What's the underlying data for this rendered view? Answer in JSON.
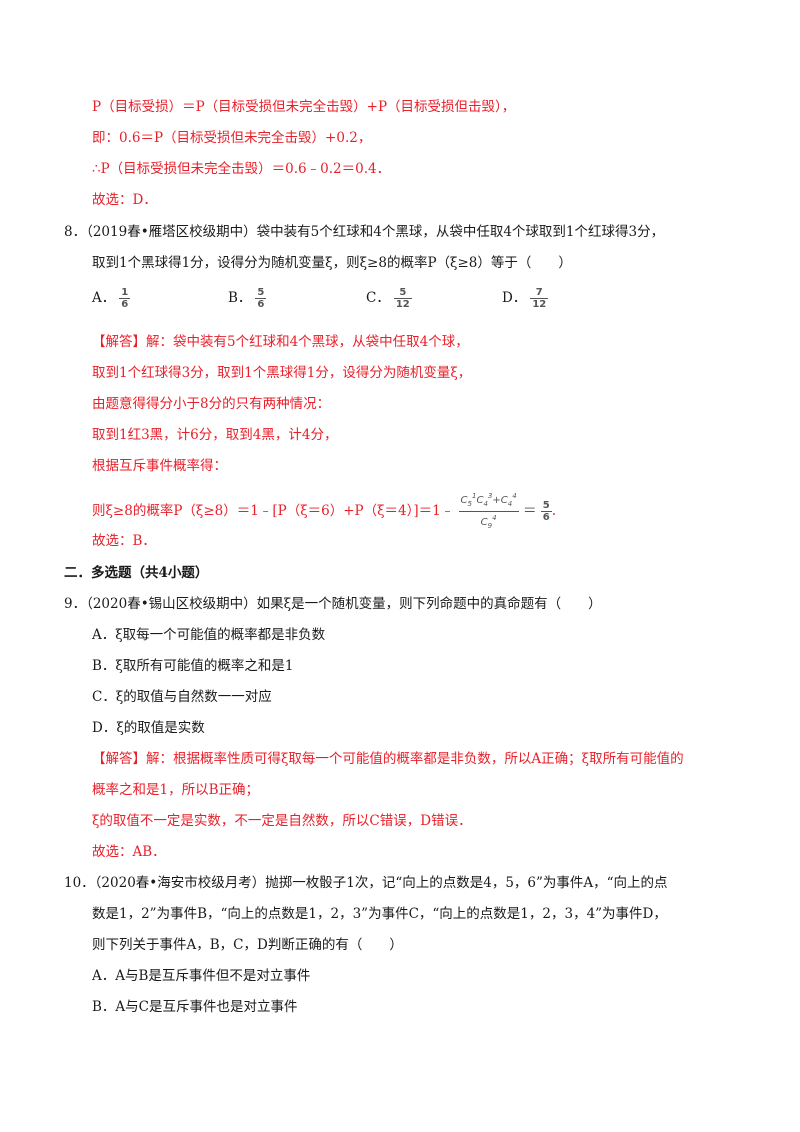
{
  "p7": {
    "line1": "P（目标受损）＝P（目标受损但未完全击毁）+P（目标受损但击毁），",
    "line2": "即：0.6＝P（目标受损但未完全击毁）+0.2，",
    "line3": "∴P（目标受损但未完全击毁）＝0.6﹣0.2＝0.4．",
    "answer": "故选：D．"
  },
  "q8": {
    "stem1": "8．（2019春•雁塔区校级期中）袋中装有5个红球和4个黑球，从袋中任取4个球取到1个红球得3分，",
    "stem2": "取到1个黑球得1分，设得分为随机变量ξ，则ξ≥8的概率P（ξ≥8）等于（　　）",
    "options": [
      {
        "letter": "A．",
        "num": "1",
        "den": "6"
      },
      {
        "letter": "B．",
        "num": "5",
        "den": "6"
      },
      {
        "letter": "C．",
        "num": "5",
        "den": "12"
      },
      {
        "letter": "D．",
        "num": "7",
        "den": "12"
      }
    ],
    "sol1": "【解答】解：袋中装有5个红球和4个黑球，从袋中任取4个球，",
    "sol2": "取到1个红球得3分，取到1个黑球得1分，设得分为随机变量ξ，",
    "sol3": "由题意得得分小于8分的只有两种情况：",
    "sol4": "取到1红3黑，计6分，取到4黑，计4分，",
    "sol5": "根据互斥事件概率得：",
    "sol6": "则ξ≥8的概率P（ξ≥8）＝1﹣[P（ξ＝6）+P（ξ＝4）]＝1﹣",
    "sol6_num": "C51C43+C44",
    "sol6_den": "C94",
    "sol6_eq": "＝",
    "sol6_res_num": "5",
    "sol6_res_den": "6",
    "sol6_end": ".",
    "answer": "故选：B．"
  },
  "section2": "二．多选题（共4小题）",
  "q9": {
    "stem": "9．（2020春•锡山区校级期中）如果ξ是一个随机变量，则下列命题中的真命题有（　　）",
    "options": [
      "A．ξ取每一个可能值的概率都是非负数",
      "B．ξ取所有可能值的概率之和是1",
      "C．ξ的取值与自然数一一对应",
      "D．ξ的取值是实数"
    ],
    "sol1": "【解答】解：根据概率性质可得ξ取每一个可能值的概率都是非负数，所以A正确；ξ取所有可能值的",
    "sol2": "概率之和是1，所以B正确；",
    "sol3": "ξ的取值不一定是实数，不一定是自然数，所以C错误，D错误．",
    "answer": "故选：AB．"
  },
  "q10": {
    "stem1": "10．（2020春•海安市校级月考）抛掷一枚骰子1次，记“向上的点数是4，5，6”为事件A，“向上的点",
    "stem2": "数是1，2”为事件B，“向上的点数是1，2，3”为事件C，“向上的点数是1，2，3，4”为事件D，",
    "stem3": "则下列关于事件A，B，C，D判断正确的有（　　）",
    "options": [
      "A．A与B是互斥事件但不是对立事件",
      "B．A与C是互斥事件也是对立事件"
    ]
  }
}
